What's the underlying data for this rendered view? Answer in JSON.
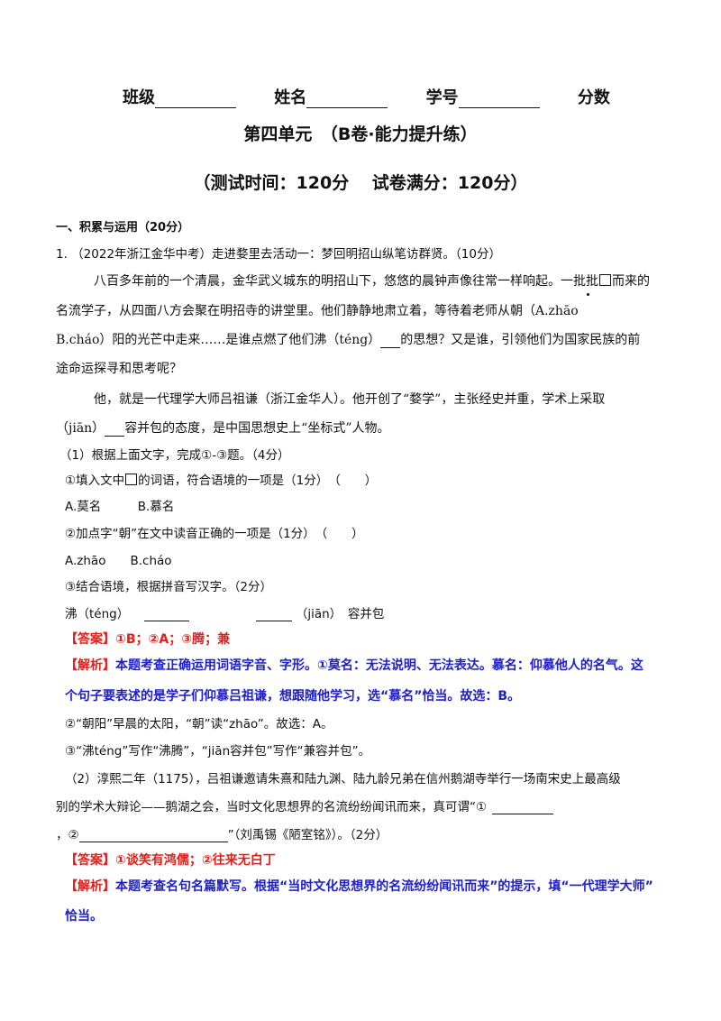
{
  "header": {
    "class_label": "班级",
    "name_label": "姓名",
    "id_label": "学号",
    "score_label": "分数"
  },
  "title": "第四单元　（B卷·能力提升练）",
  "subtitle": "（测试时间：120分　 试卷满分：120分）",
  "section1": "一、积累与运用（20分）",
  "q1": {
    "stem": "1. （2022年浙江金华中考）走进婺里去活动一：梦回明招山纵笔访群贤。（10分）",
    "p1_l1a": "八百多年前的一个清晨，金华武义城东的明招山下，悠悠的晨钟声像往常一样响起。一批批",
    "p1_l1b": "而来的",
    "p1_l2": "名流学子，从四面八方会聚在明招寺的讲堂里。他们静静地肃立着，等待着老师从朝（A.zhāo",
    "p1_l3a": "B.cháo）阳的光芒中走来……是谁点燃了他们沸（téng）",
    "p1_l3b": "的思想？又是谁，引领他们为国家民族的前",
    "p1_l4": "途命运探寻和思考呢？",
    "p2_l1": "他，就是一代理学大师吕祖谦（浙江金华人）。他开创了“婺学”，主张经史并重，学术上采取",
    "p2_l2a": "（jiān）",
    "p2_l2b": "容并包的态度，是中国思想史上“坐标式”人物。",
    "sub1": "（1）根据上面文字，完成①-③题。（4分）",
    "s1a": "①填入文中",
    "s1b": "的词语，符合语境的一项是（1分）　（　　）",
    "opt1": "A.莫名　　　B.慕名",
    "s2": "②加点字“朝”在文中读音正确的一项是（1分）　（　　）",
    "opt2": "A.zhāo　　B.cháo",
    "s3": "③结合语境，根据拼音写汉字。（2分）",
    "pinyin_a": "沸（téng）",
    "pinyin_b": "（jiān）　容并包",
    "answer_label": "【答案】",
    "answer1": "①B；②A；③腾；兼",
    "analysis_label": "【解析】",
    "analysis1_l1": "本题考查正确运用词语字音、字形。①莫名：无法说明、无法表达。慕名：仰慕他人的名气。这",
    "analysis1_l2": "个句子要表述的是学子们仰慕吕祖谦，想跟随他学习，选“慕名”恰当。故选：B。",
    "analysis1_l3": "②“朝阳”早晨的太阳，“朝”读“zhāo”。故选：A。",
    "analysis1_l4": "③“沸téng”写作“沸腾”，“jiān容并包”写作“兼容并包”。",
    "sub2_l1": "（2）淳熙二年（1175），吕祖谦邀请朱熹和陆九渊、陆九龄兄弟在信州鹅湖寺举行一场南宋史上最高级",
    "sub2_l2": "别的学术大辩论——鹅湖之会，当时文化思想界的名流纷纷闻讯而来，真可谓“①",
    "sub2_l3a": "，②",
    "sub2_l3b": "”（刘禹锡《陋室铭》）。（2分）",
    "answer2": "①谈笑有鸿儒；②往来无白丁",
    "analysis2_l1": "本题考查名句名篇默写。根据“当时文化思想界的名流纷纷闻讯而来”的提示，填“一代理学大师”",
    "analysis2_l2": "恰当。"
  }
}
